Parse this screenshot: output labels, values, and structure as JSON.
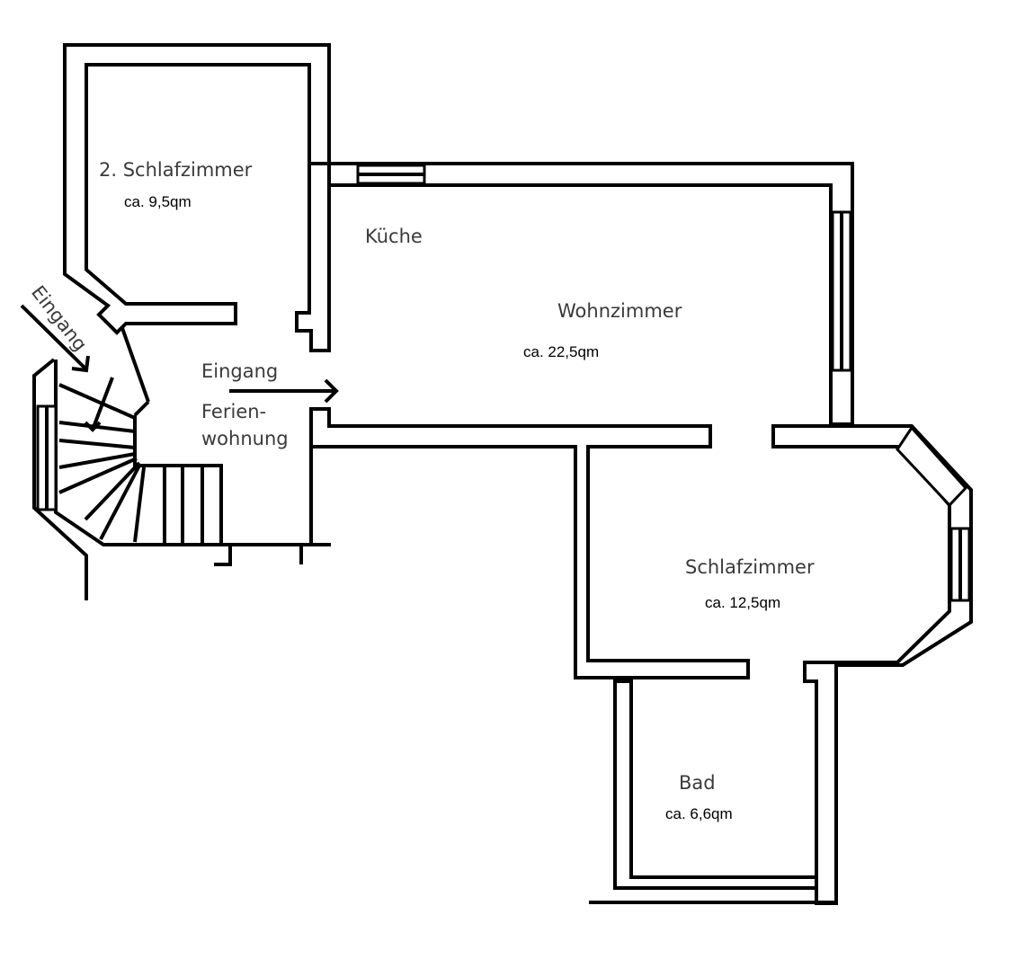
{
  "rooms": {
    "schlafzimmer2": {
      "name": "2. Schlafzimmer",
      "area": "ca. 9,5qm"
    },
    "kueche": {
      "name": "Küche"
    },
    "wohnzimmer": {
      "name": "Wohnzimmer",
      "area": "ca. 22,5qm"
    },
    "schlafzimmer": {
      "name": "Schlafzimmer",
      "area": "ca. 12,5qm"
    },
    "bad": {
      "name": "Bad",
      "area": "ca. 6,6qm"
    }
  },
  "entrances": {
    "stair_entrance": "Eingang",
    "apartment_entrance_line1": "Eingang",
    "apartment_entrance_line2": "Ferien-",
    "apartment_entrance_line3": "wohnung"
  }
}
